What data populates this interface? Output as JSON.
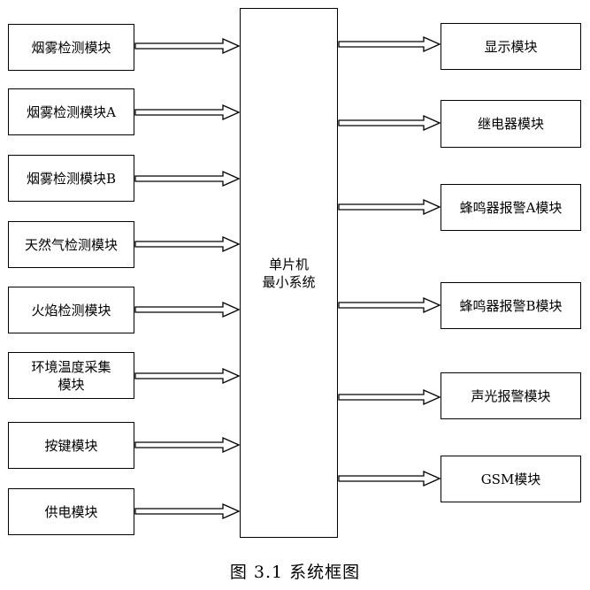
{
  "mcu": {
    "line1": "单片机",
    "line2": "最小系统"
  },
  "inputs": [
    {
      "label": "烟雾检测模块"
    },
    {
      "label": "烟雾检测模块A"
    },
    {
      "label": "烟雾检测模块B"
    },
    {
      "label": "天然气检测模块"
    },
    {
      "label": "火焰检测模块"
    },
    {
      "label": "环境温度采集",
      "label2": "模块"
    },
    {
      "label": "按键模块"
    },
    {
      "label": "供电模块"
    }
  ],
  "outputs": [
    {
      "label": "显示模块"
    },
    {
      "label": "继电器模块"
    },
    {
      "label": "蜂鸣器报警A模块"
    },
    {
      "label": "蜂鸣器报警B模块"
    },
    {
      "label": "声光报警模块"
    },
    {
      "label": "GSM模块"
    }
  ],
  "caption": "图 3.1  系统框图"
}
